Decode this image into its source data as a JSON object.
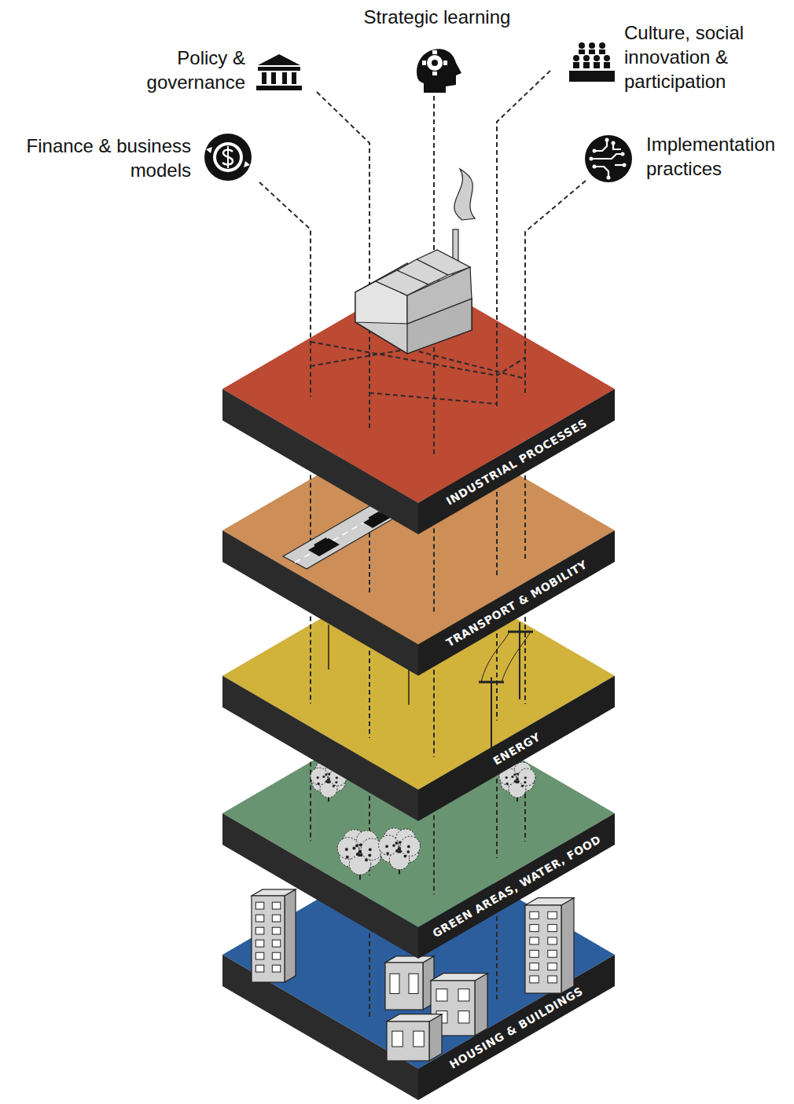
{
  "diagram": {
    "nodes": [
      {
        "text": [
          "INDUSTRIAL PROCESSES"
        ]
      },
      {
        "text": [
          "TRANSPORT & MOBILITY"
        ]
      },
      {
        "text": [
          "ENERGY"
        ]
      },
      {
        "text": [
          "GREEN AREAS, WATER, FOOD"
        ]
      },
      {
        "text": [
          "HOUSING & BUILDINGS"
        ]
      }
    ],
    "labels": [
      "Strategic learning",
      "Policy & governance",
      "Culture, social innovation & participation",
      "Finance & business models",
      "Implementation practices"
    ]
  }
}
